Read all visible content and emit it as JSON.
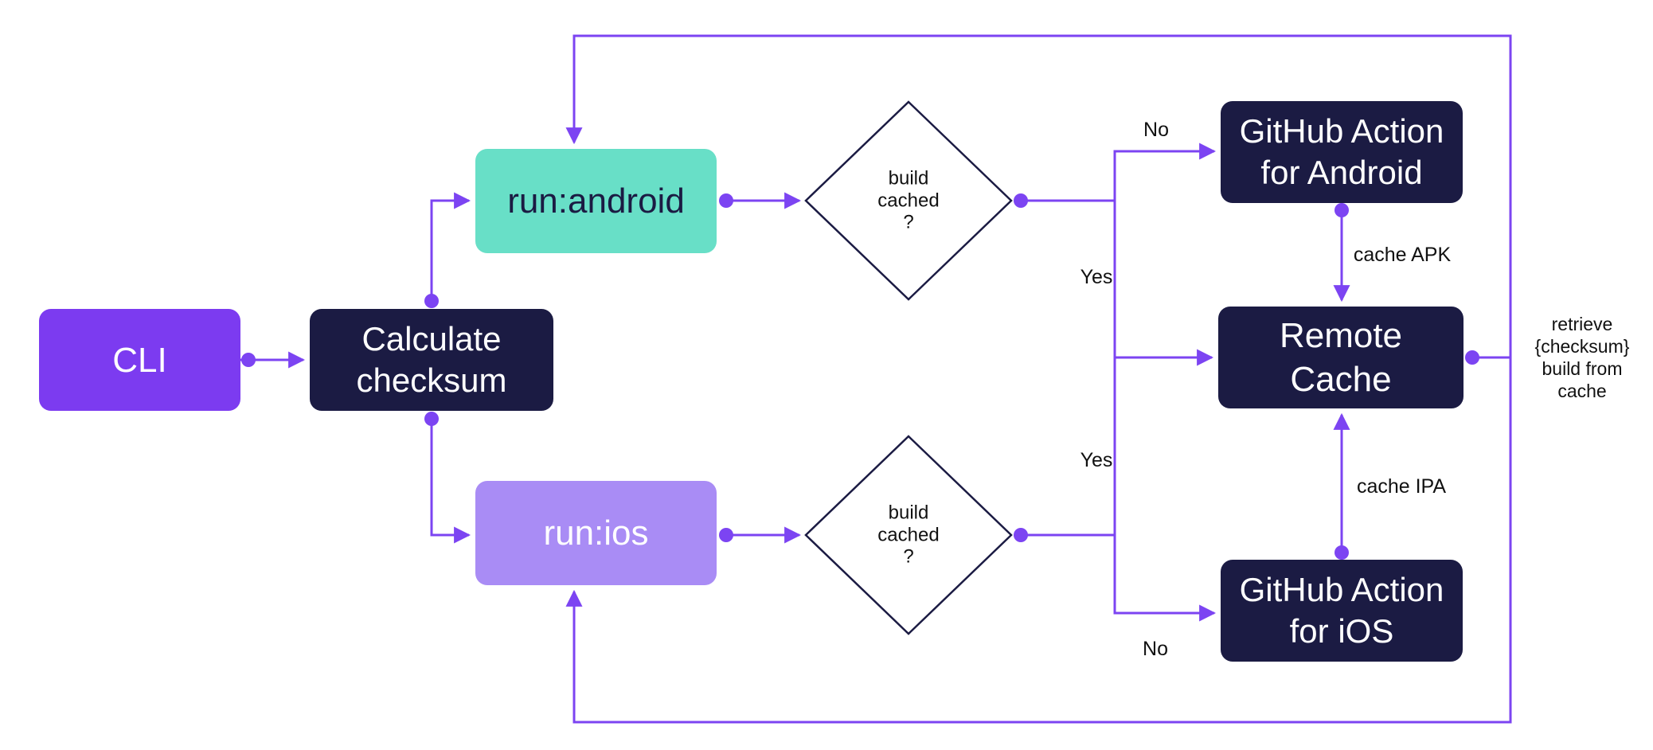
{
  "nodes": {
    "cli": {
      "label": "CLI"
    },
    "calculate_checksum": {
      "label": "Calculate\nchecksum"
    },
    "run_android": {
      "label": "run:android"
    },
    "run_ios": {
      "label": "run:ios"
    },
    "android_build_cached": {
      "label": "build\ncached\n?"
    },
    "ios_build_cached": {
      "label": "build\ncached\n?"
    },
    "github_action_android": {
      "label": "GitHub Action\nfor Android"
    },
    "remote_cache": {
      "label": "Remote\nCache"
    },
    "github_action_ios": {
      "label": "GitHub Action\nfor iOS"
    }
  },
  "edge_labels": {
    "android_no": "No",
    "android_yes": "Yes",
    "ios_yes": "Yes",
    "ios_no": "No",
    "cache_apk": "cache APK",
    "cache_ipa": "cache IPA",
    "retrieve_from_cache": "retrieve\n{checksum}\nbuild from\ncache"
  },
  "colors": {
    "connector_purple": "#7c44f2",
    "node_dark_navy": "#1b1b43",
    "cli_purple": "#7c3bf0",
    "run_android_teal": "#68dfc7",
    "run_ios_purple": "#a98cf5",
    "node_text_light": "#ffffff",
    "label_text": "#111111",
    "background": "#ffffff"
  }
}
